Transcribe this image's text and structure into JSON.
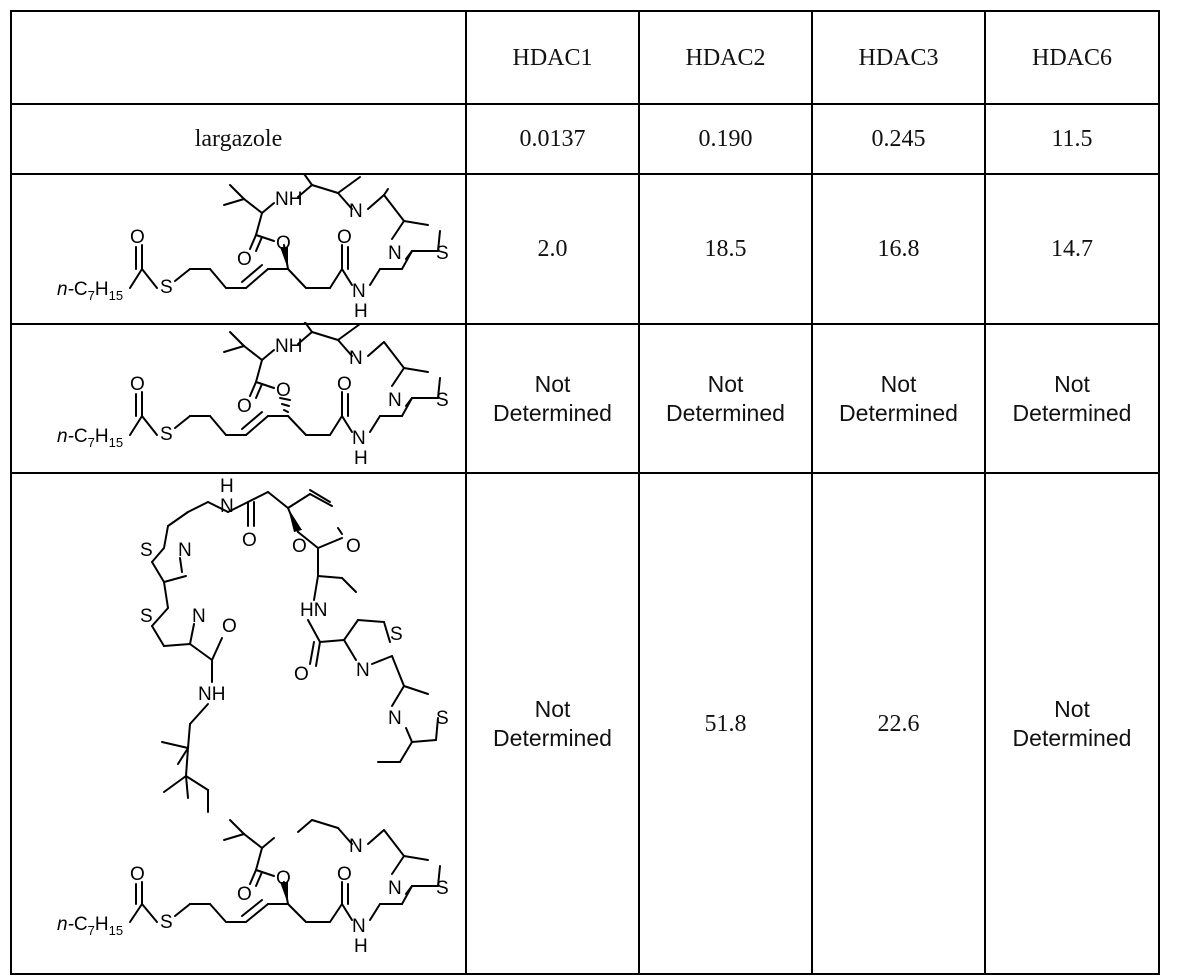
{
  "table": {
    "headers": [
      "",
      "HDAC1",
      "HDAC2",
      "HDAC3",
      "HDAC6"
    ],
    "rows": [
      {
        "compound": "largazole",
        "values": [
          "0.0137",
          "0.190",
          "0.245",
          "11.5"
        ]
      },
      {
        "compound": "",
        "values": [
          "2.0",
          "18.5",
          "16.8",
          "14.7"
        ]
      },
      {
        "compound": "",
        "values": [
          "Not\nDetermined",
          "Not\nDetermined",
          "Not\nDetermined",
          "Not\nDetermined"
        ]
      },
      {
        "compound": "",
        "values": [
          "Not\nDetermined",
          "51.8",
          "22.6",
          "Not\nDetermined"
        ]
      }
    ]
  },
  "atoms": {
    "S": "S",
    "N": "N",
    "O": "O",
    "NH": "NH",
    "HN": "HN",
    "H": "H",
    "chain_prefix": "n-",
    "chain_C": "C",
    "chain_7": "7",
    "chain_H": "H",
    "chain_15": "15"
  }
}
